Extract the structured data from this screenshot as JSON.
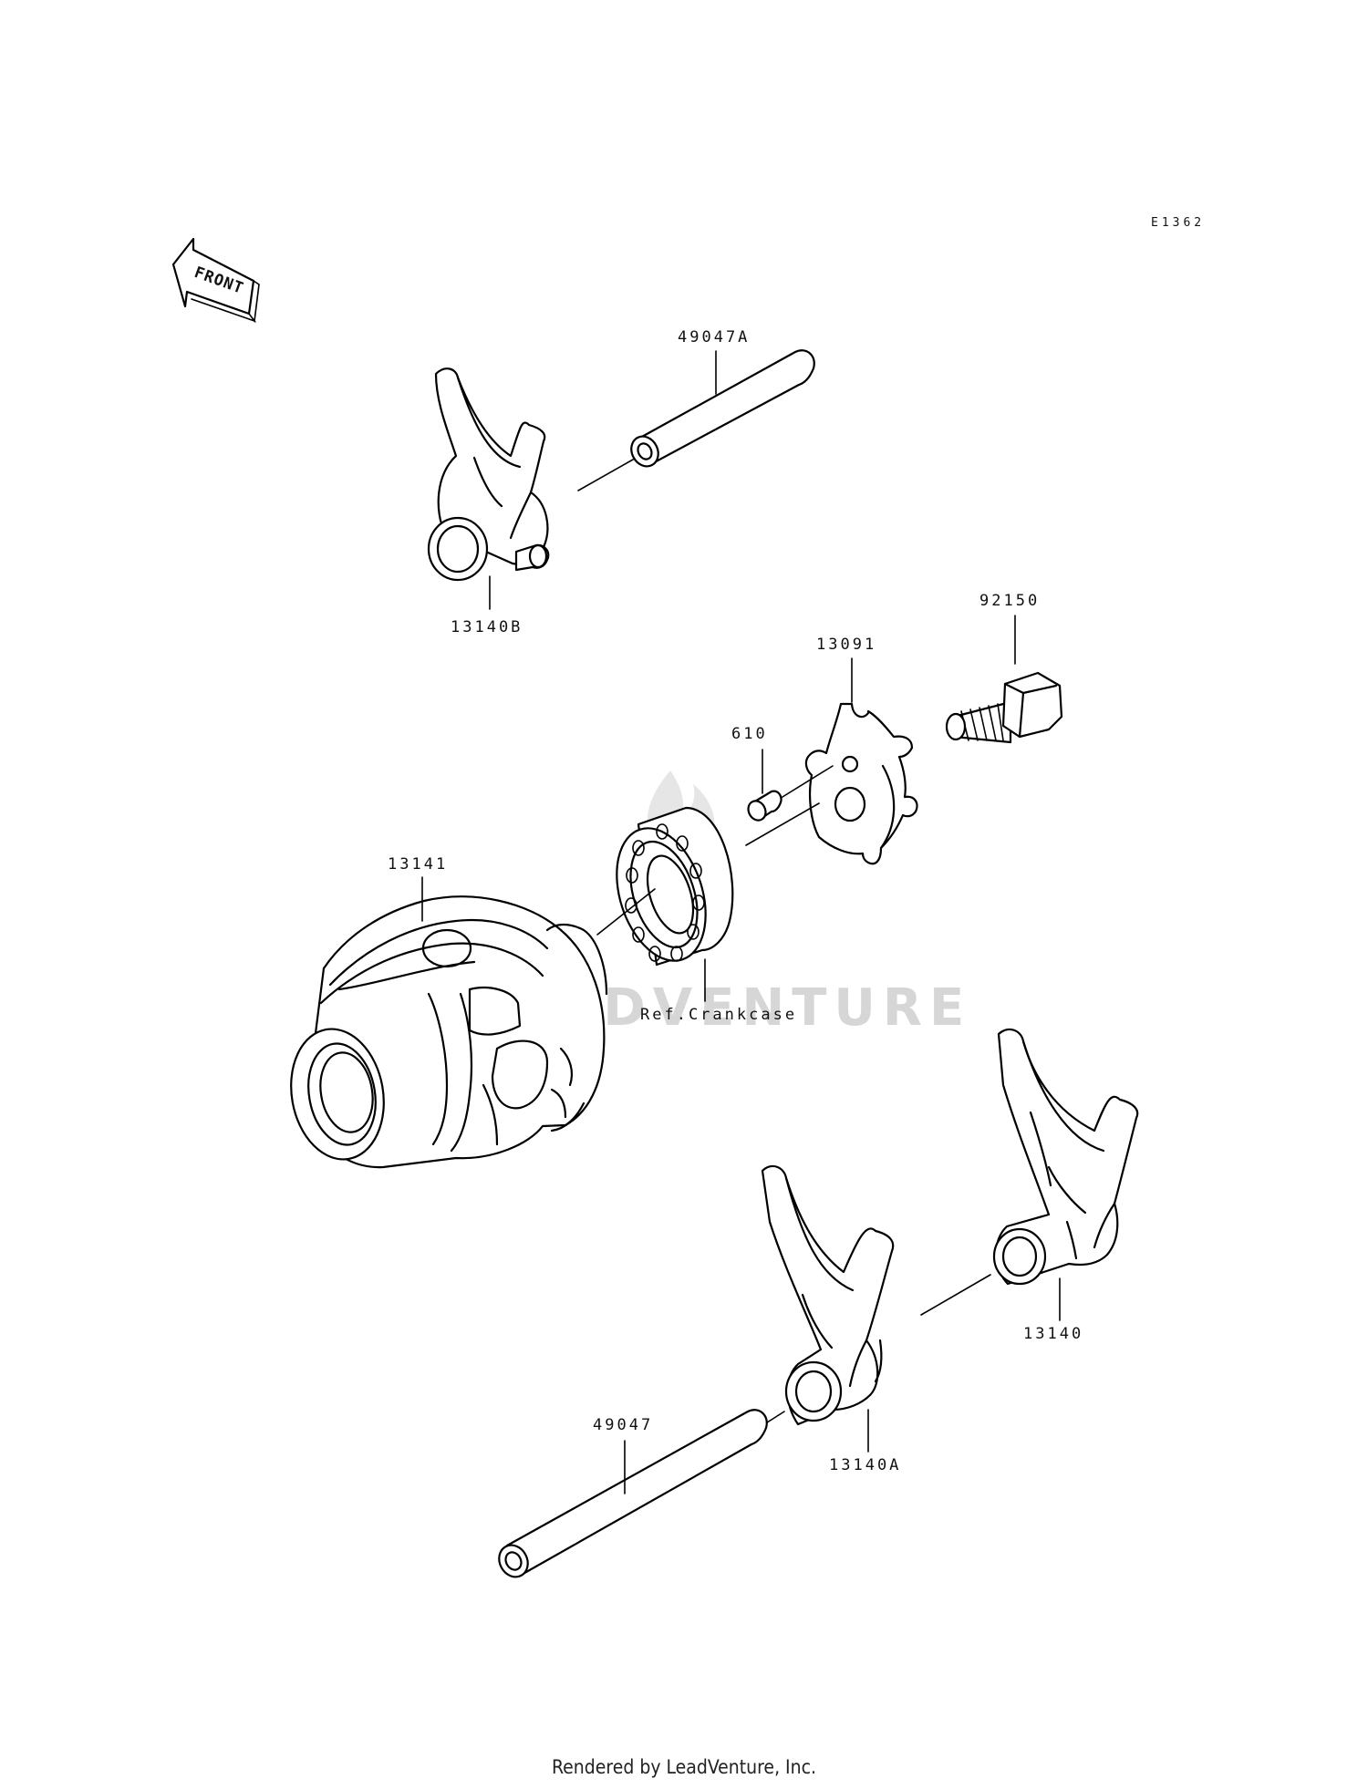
{
  "diagram_code": "E1362",
  "direction_arrow": "FRONT",
  "watermark": "LEADVENTURE",
  "footer": "Rendered by LeadVenture, Inc.",
  "parts": {
    "fork_b": "13140B",
    "shaft_a": "49047A",
    "bolt": "92150",
    "gear": "13091",
    "pin": "610",
    "drum": "13141",
    "bearing_ref": "Ref.Crankcase",
    "fork": "13140",
    "fork_a": "13140A",
    "shaft": "49047"
  }
}
